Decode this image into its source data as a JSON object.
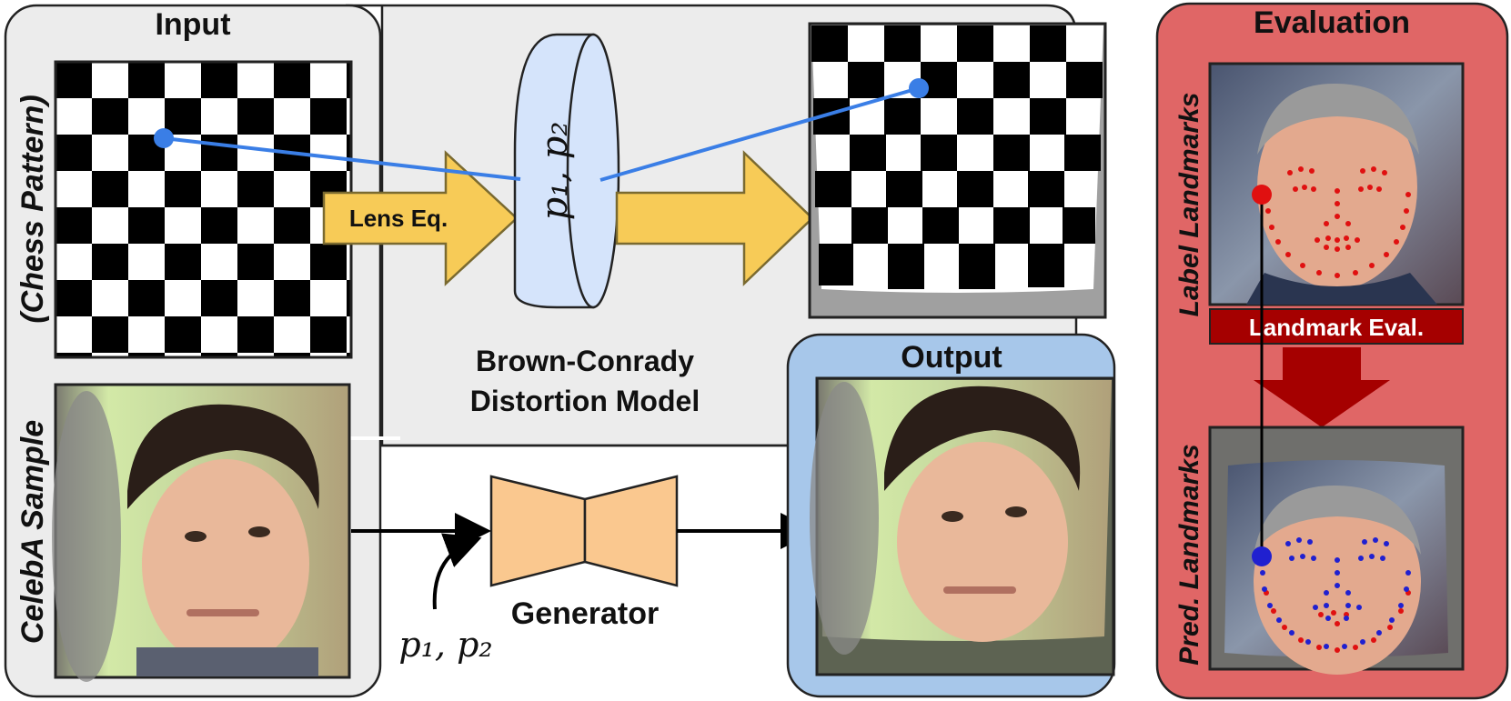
{
  "input": {
    "title": "Input",
    "chess_label": "(Chess Pattern)",
    "celeba_label": "CelebA Sample"
  },
  "distortion": {
    "lens_label": "Lens Eq.",
    "lens_params": "p₁, p₂",
    "model_line1": "Brown-Conrady",
    "model_line2": "Distortion Model"
  },
  "generator": {
    "label": "Generator",
    "params": "p₁, p₂"
  },
  "output": {
    "title": "Output"
  },
  "evaluation": {
    "title": "Evaluation",
    "label_landmarks": "Label Landmarks",
    "pred_landmarks": "Pred. Landmarks",
    "landmark_eval": "Landmark Eval."
  },
  "colors": {
    "panel_grey": "#ececec",
    "evaluation_red": "#e06666",
    "eval_dark_red": "#a50000",
    "output_blue": "#a7c7ea",
    "arrow_yellow": "#f7cb57",
    "lens_blue": "#d5e4fb",
    "generator_orange": "#fac88f",
    "line_blue": "#3a7ee6",
    "point_red": "#e01010",
    "point_blue": "#2020d0"
  },
  "icons": {
    "chess": "checkerboard-image",
    "face": "face-photo",
    "lens": "cylinder-lens-shape"
  }
}
